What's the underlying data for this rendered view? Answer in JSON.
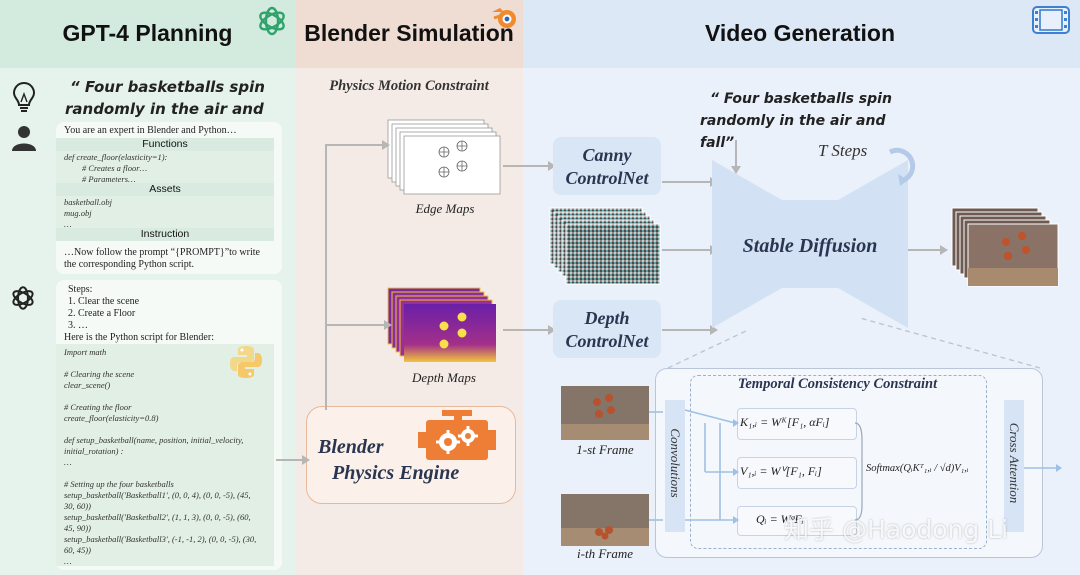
{
  "header": {
    "col1": "GPT-4 Planning",
    "col2": "Blender Simulation",
    "col3": "Video Generation"
  },
  "planning": {
    "prompt_quote_line1": "“ Four basketballs spin",
    "prompt_quote_line2": "randomly in the air and fall”",
    "intro": "You are an expert in Blender and Python…",
    "functions_header": "Functions",
    "func_line1": "def create_floor(elasticity=1):",
    "func_line2": "# Creates a floor…",
    "func_line3": "# Parameters…",
    "assets_header": "Assets",
    "asset1": "basketball.obj",
    "asset2": "mug.obj",
    "asset3": "…",
    "instruction_header": "Instruction",
    "instruction_line1": "…Now follow the prompt “{PROMPT}”to write",
    "instruction_line2": "the corresponding Python script.",
    "steps_label": "Steps:",
    "step1": "1. Clear the scene",
    "step2": "2. Create a Floor",
    "step3": "3. …",
    "script_intro": "Here is the Python script for Blender:",
    "code": [
      "Import math",
      "",
      "# Clearing the scene",
      "clear_scene()",
      "",
      "# Creating the floor",
      "create_floor(elasticity=0.8)",
      "",
      "def setup_basketball(name, position, initial_velocity,",
      "initial_rotation) :",
      "…",
      "",
      "# Setting up the four basketballs",
      "setup_basketball('Basketball1', (0, 0, 4), (0, 0, -5), (45,",
      "30, 60))",
      "setup_basketball('Basketball2', (1, 1, 3), (0, 0, -5), (60,",
      "45, 90))",
      "setup_basketball('Basketball3', (-1, -1, 2), (0, 0, -5), (30,",
      "60, 45))",
      "…"
    ]
  },
  "simulation": {
    "constraint_label": "Physics Motion Constraint",
    "edge_maps_caption": "Edge Maps",
    "depth_maps_caption": "Depth Maps",
    "engine_line1": "Blender",
    "engine_line2": "Physics Engine"
  },
  "generation": {
    "prompt_line1": "“ Four basketballs spin",
    "prompt_line2": "randomly in the air and fall”",
    "t_steps": "T Steps",
    "canny_line1": "Canny",
    "canny_line2": "ControlNet",
    "depth_line1": "Depth",
    "depth_line2": "ControlNet",
    "stable_diffusion": "Stable Diffusion",
    "temporal_title": "Temporal Consistency Constraint",
    "convolutions": "Convolutions",
    "cross_attention": "Cross Attention",
    "frame1_caption": "1-st Frame",
    "framei_caption": "i-th Frame",
    "k_eq": "K₁,ᵢ = Wᴷ[F₁, αFᵢ]",
    "v_eq": "V₁,ᵢ = Wⱽ[F₁, Fᵢ]",
    "q_eq": "Qᵢ = WᵠFᵢ",
    "softmax_eq": "Softmax(QᵢKᵀ₁,ᵢ / √d)V₁,ᵢ"
  },
  "watermark": "知乎 @Haodong Li",
  "colors": {
    "planning_bg": "#e3f1ea",
    "simulation_bg": "#f3e8e2",
    "generation_bg": "#e9f0fa",
    "controlnet_box": "#d9e6f6",
    "engine_orange": "#ee7d35"
  },
  "icons": [
    "openai-logo-icon",
    "blender-logo-icon",
    "film-icon",
    "lightbulb-icon",
    "user-icon",
    "python-logo-icon",
    "engine-gears-icon",
    "refresh-icon"
  ]
}
